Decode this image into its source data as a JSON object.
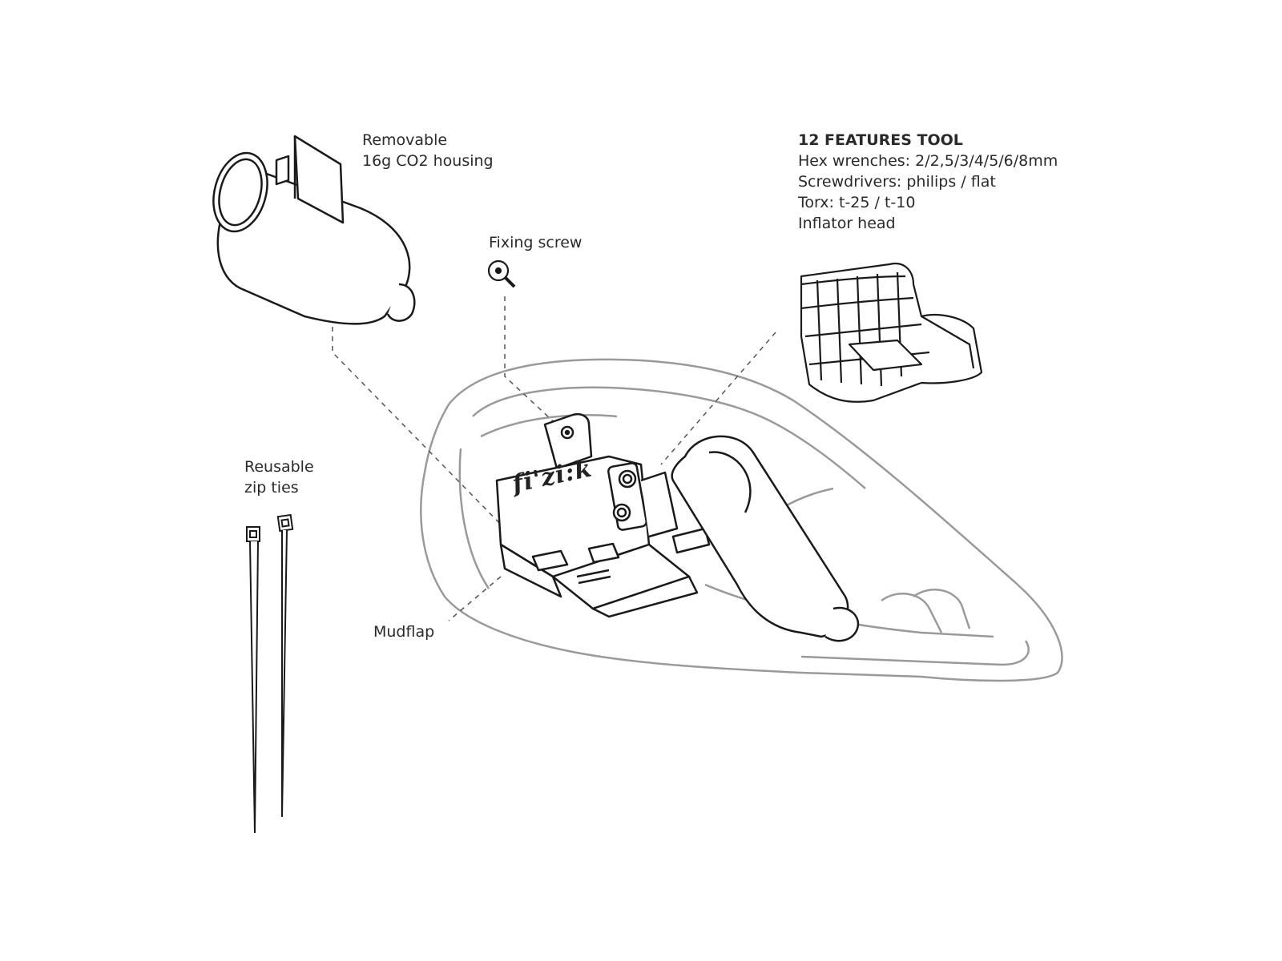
{
  "labels": {
    "co2": {
      "line1": "Removable",
      "line2": "16g CO2 housing"
    },
    "screw": {
      "line1": "Fixing screw"
    },
    "tool": {
      "title": "12 FEATURES TOOL",
      "line1": "Hex wrenches: 2/2,5/3/4/5/6/8mm",
      "line2": "Screwdrivers: philips / flat",
      "line3": "Torx: t-25 / t-10",
      "line4": "Inflator head"
    },
    "zip": {
      "line1": "Reusable",
      "line2": "zip ties"
    },
    "mudflap": {
      "line1": "Mudflap"
    }
  },
  "logo": {
    "text": "fi'zi:k"
  },
  "colors": {
    "line": "#1a1a1a",
    "saddle": "#9a9a9a",
    "leader": "#555555"
  }
}
